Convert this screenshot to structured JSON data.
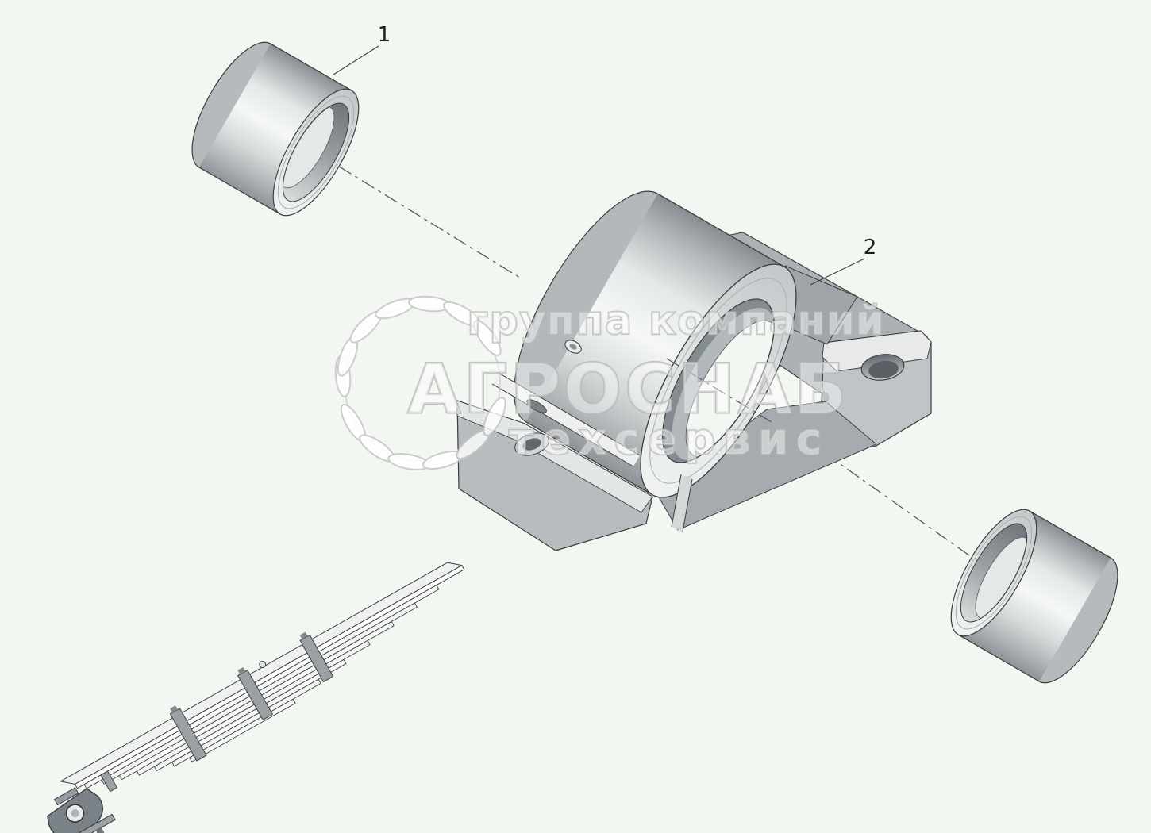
{
  "diagram": {
    "background": "#f3f7f2",
    "outline_color": "#3c3c3c",
    "centerline_color": "#5a5a5a",
    "watermark": {
      "line1": "группа компаний",
      "line2": "АГРОСНАБ",
      "line3": "техсервис",
      "color": "#b9b9b9"
    },
    "callouts": [
      {
        "label": "1"
      },
      {
        "label": "2"
      }
    ]
  }
}
